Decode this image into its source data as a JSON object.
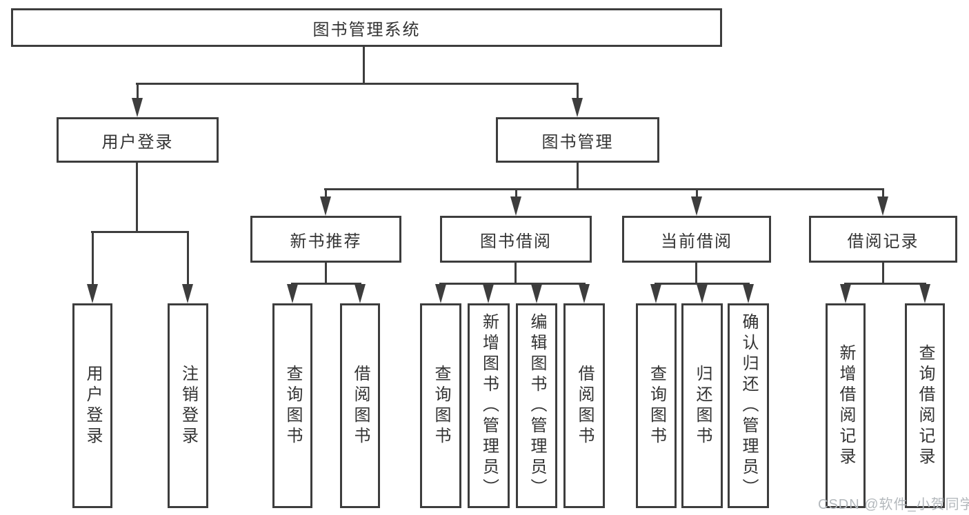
{
  "tree": {
    "label": "图书管理系统",
    "children": [
      {
        "label": "用户登录",
        "children": [
          {
            "label": "用户登录"
          },
          {
            "label": "注销登录"
          }
        ]
      },
      {
        "label": "图书管理",
        "children": [
          {
            "label": "新书推荐",
            "children": [
              {
                "label": "查询图书"
              },
              {
                "label": "借阅图书"
              }
            ]
          },
          {
            "label": "图书借阅",
            "children": [
              {
                "label": "查询图书"
              },
              {
                "label": "新增图书（管理员）"
              },
              {
                "label": "编辑图书（管理员）"
              },
              {
                "label": "借阅图书"
              }
            ]
          },
          {
            "label": "当前借阅",
            "children": [
              {
                "label": "查询图书"
              },
              {
                "label": "归还图书"
              },
              {
                "label": "确认归还（管理员）"
              }
            ]
          },
          {
            "label": "借阅记录",
            "children": [
              {
                "label": "新增借阅记录"
              },
              {
                "label": "查询借阅记录"
              }
            ]
          }
        ]
      }
    ]
  },
  "watermark": "CSDN @软件_小贺同学",
  "colors": {
    "line": "#3d3d3d",
    "box_border": "#3d3d3d",
    "text": "#333333",
    "watermark": "#b3b8bc",
    "background": "#ffffff"
  }
}
